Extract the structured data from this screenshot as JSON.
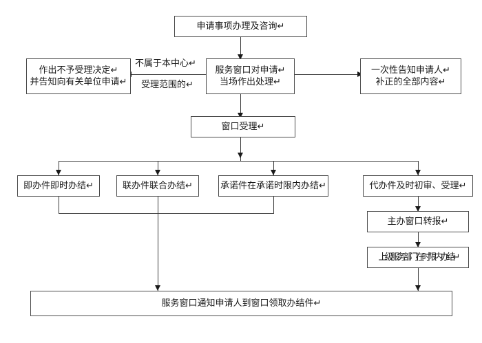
{
  "diagram": {
    "title_box": {
      "lines": [
        "申请事项办理及咨询↵"
      ]
    },
    "reject_box": {
      "lines": [
        "作出不予受理决定↵",
        "并告知向有关单位申请↵"
      ]
    },
    "service_window_box": {
      "lines": [
        "服务窗口对申请↵",
        "当场作出处理↵"
      ]
    },
    "notify_box": {
      "lines": [
        "一次性告知申请人↵",
        "补正的全部内容↵"
      ]
    },
    "accept_box": {
      "lines": [
        "窗口受理↵"
      ]
    },
    "branch_boxes": [
      {
        "lines": [
          "即办件即时办结↵"
        ]
      },
      {
        "lines": [
          "联办件联合办结↵"
        ]
      },
      {
        "lines": [
          "承诺件在承诺时限内办结↵"
        ]
      },
      {
        "lines": [
          "代办件及时初审、受理↵"
        ]
      }
    ],
    "transfer_box": {
      "lines": [
        "主办窗口转报↵"
      ]
    },
    "upper_dept_box": {
      "lines": [
        "上级服务部门在时限内办结↵"
      ]
    },
    "final_box": {
      "lines": [
        "服务窗口通知申请人到窗口领取办结件↵"
      ]
    },
    "edge_labels": {
      "not_in_scope": [
        "不属于本中心↵",
        "受理范围的↵"
      ]
    }
  },
  "colors": {
    "box_border": "#4a4a4a",
    "connector": "#3a3a3a",
    "text": "#1a1a1a",
    "background": "#ffffff"
  }
}
